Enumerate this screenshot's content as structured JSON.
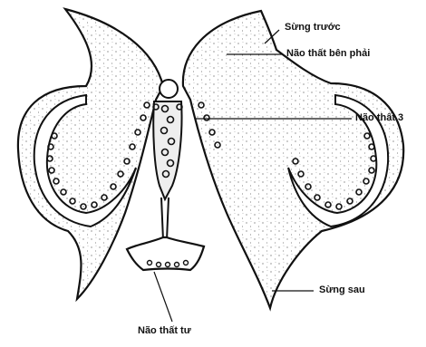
{
  "figure": {
    "labels": {
      "anterior_horn": "Sừng trước",
      "right_lateral_ventricle": "Não thất bên phải",
      "third_ventricle": "Não thất 3",
      "posterior_horn": "Sừng sau",
      "fourth_ventricle": "Não thất tư"
    }
  }
}
